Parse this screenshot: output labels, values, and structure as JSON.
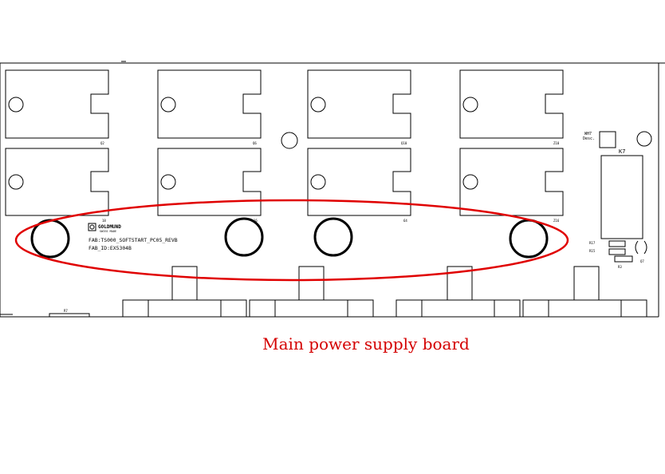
{
  "caption": "Main power supply board",
  "colors": {
    "highlight": "#e00000",
    "caption": "#d40000",
    "board": "#000000"
  },
  "board": {
    "brand": "GOLDMUND",
    "brand_sub": "SWISS MADE",
    "fab_line1": "FAB:TS000_SOFTSTART_PC05_REVB",
    "fab_line2": "FAB_ID:EX5304B",
    "relay_label": "K7",
    "wh_label_1": "WH7",
    "wh_label_2": "Desc.",
    "small_labels": [
      "Q2",
      "Q6",
      "Q10",
      "Z10",
      "18",
      "16",
      "64",
      "Z16",
      "R17",
      "R15",
      "R3",
      "Q7",
      "R7"
    ]
  }
}
